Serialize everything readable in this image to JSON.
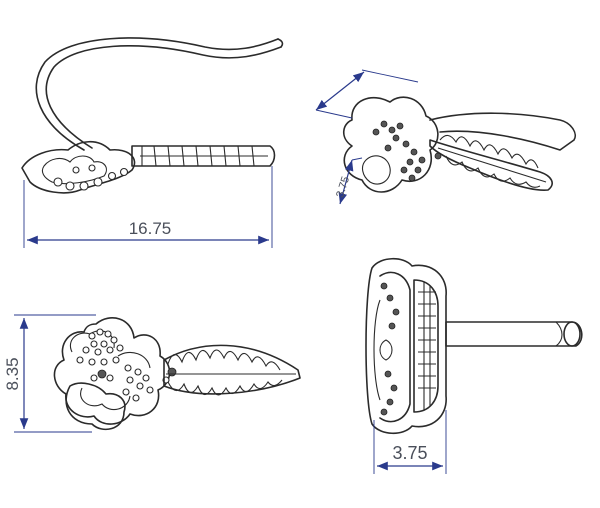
{
  "views": {
    "side": {
      "dimension": "16.75"
    },
    "iso": {
      "dimension_vertical": "3.75"
    },
    "front": {
      "dimension": "8.35"
    },
    "profile": {
      "dimension": "3.75"
    }
  },
  "colors": {
    "line": "#2b2b2b",
    "dimension": "#2a3a8c",
    "text": "#4a4f5a"
  }
}
